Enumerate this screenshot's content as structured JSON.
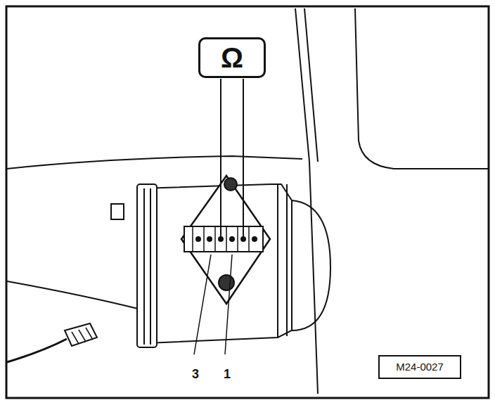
{
  "diagram": {
    "nodes": [
      {
        "text": [
          "Ω"
        ]
      },
      {
        "text": [
          "M24-0027"
        ]
      }
    ],
    "labels": [
      "3",
      "1"
    ]
  }
}
